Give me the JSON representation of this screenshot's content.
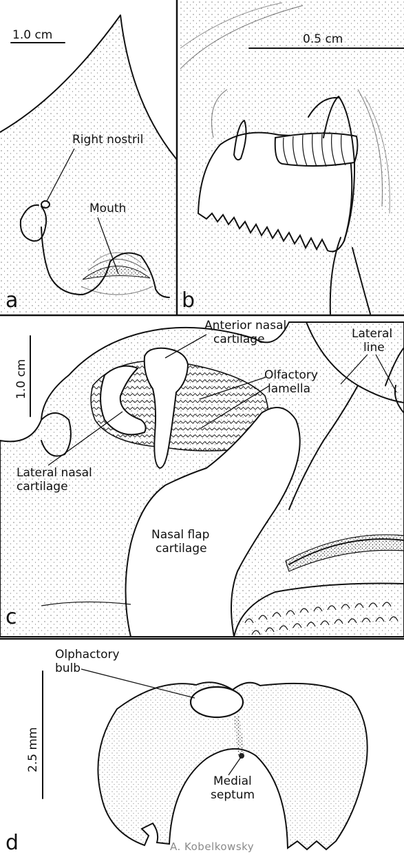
{
  "figure": {
    "panels": [
      {
        "letter": "a",
        "scale": "1.0 cm",
        "labels": [
          "Right nostril",
          "Mouth"
        ]
      },
      {
        "letter": "b",
        "scale": "0.5 cm",
        "labels": []
      },
      {
        "letter": "c",
        "scale": "1.0 cm",
        "labels": [
          "Anterior nasal",
          "cartilage",
          "Lateral",
          "line",
          "Olfactory",
          "lamella",
          "Lateral nasal",
          "cartilage",
          "Nasal flap",
          "cartilage"
        ]
      },
      {
        "letter": "d",
        "scale": "2.5 mm",
        "labels": [
          "Olphactory",
          "bulb",
          "Medial",
          "septum"
        ]
      }
    ],
    "credit": "A. Kobelkowsky"
  }
}
